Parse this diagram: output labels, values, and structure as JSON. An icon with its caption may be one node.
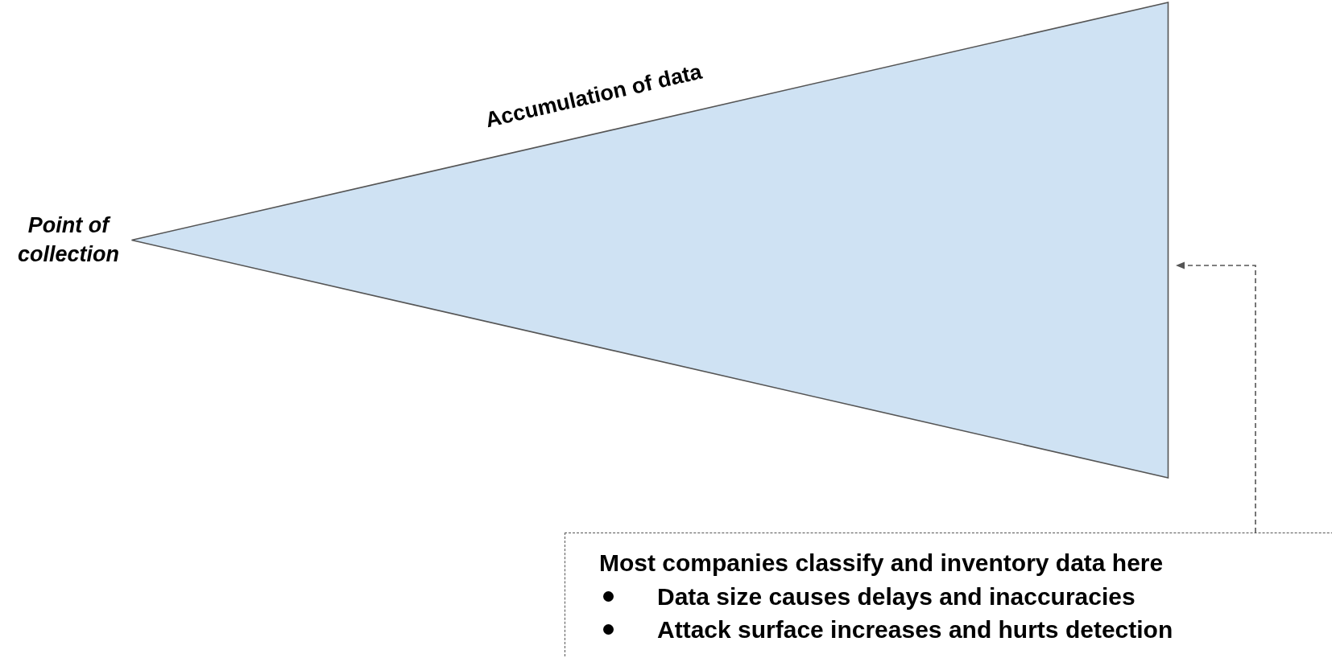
{
  "diagram": {
    "nodes": [
      {
        "text": [],
        "shape": "triangle",
        "beside": [
          "Point of collection",
          "Accumulation of data"
        ]
      },
      {
        "text": [
          "Most companies classify and inventory data here",
          "Data size causes delays and inaccuracies",
          "Attack surface increases and hurts detection"
        ]
      }
    ],
    "edges": [
      {
        "from": 1,
        "to": 0,
        "arrow": "to",
        "style": "dashed"
      }
    ]
  }
}
